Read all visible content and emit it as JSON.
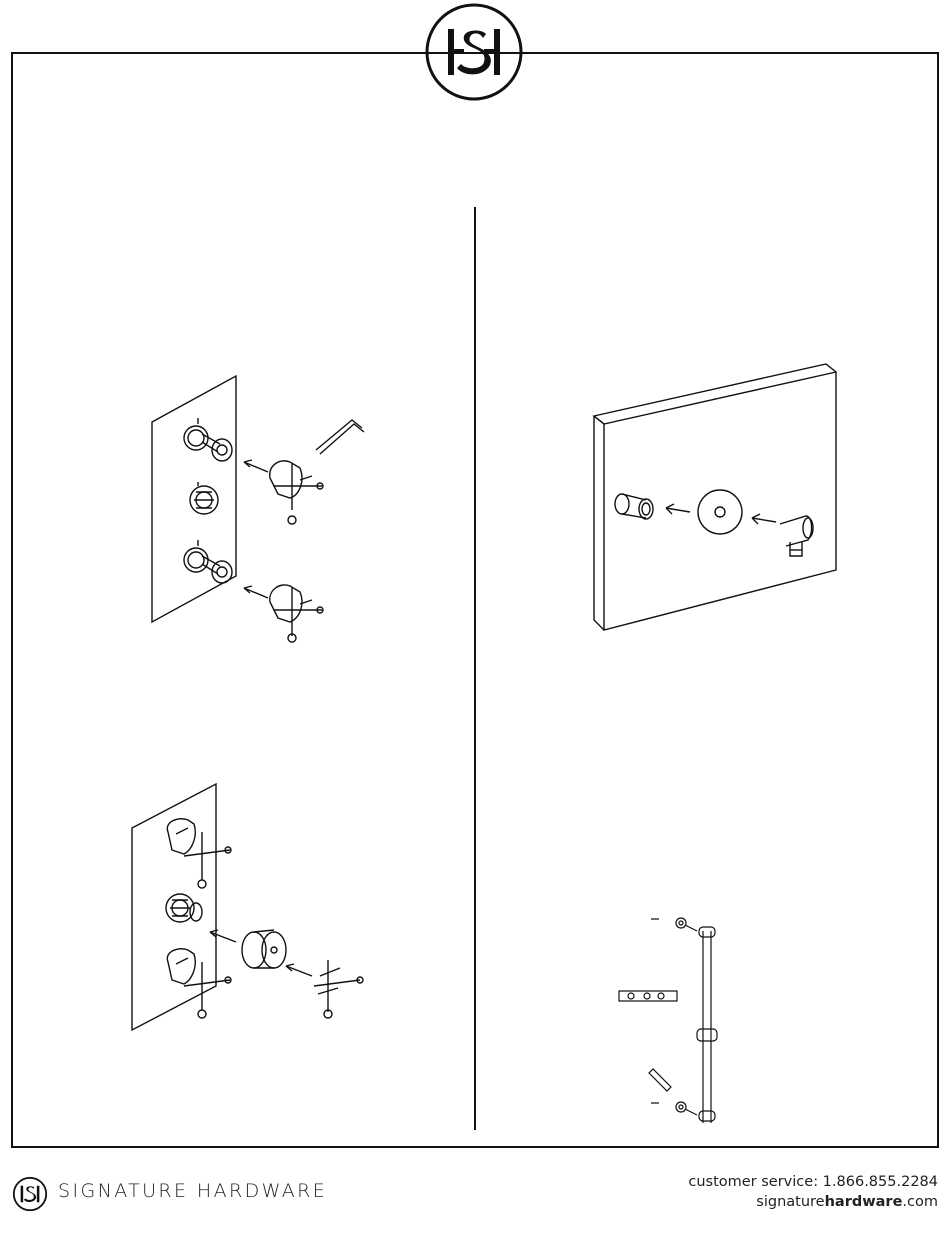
{
  "header": {
    "logo_monogram": "ISI"
  },
  "footer": {
    "brand_name": "SIGNATURE HARDWARE",
    "customer_service": "customer service: 1.866.855.2284",
    "website_prefix": "signature",
    "website_bold": "hardware",
    "website_suffix": ".com"
  },
  "illustrations": [
    {
      "icon": "handle-install-diagram"
    },
    {
      "icon": "wall-elbow-install-diagram"
    },
    {
      "icon": "diverter-handle-install-diagram"
    },
    {
      "icon": "slide-bar-install-diagram"
    }
  ]
}
